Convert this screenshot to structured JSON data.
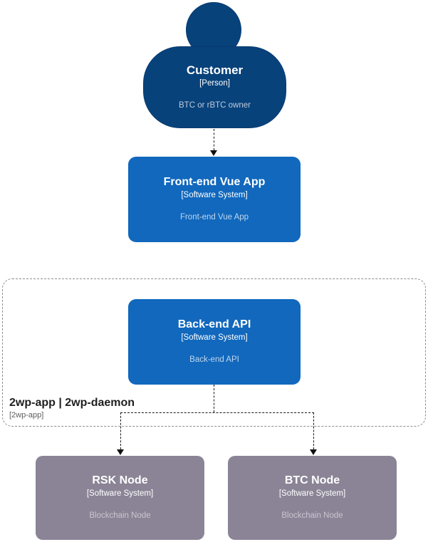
{
  "colors": {
    "background": "#FFFFFF",
    "person_fill": "#08427B",
    "software_system_fill": "#1168BD",
    "blockchain_node_fill": "#8B8496",
    "boundary_border": "#8C8C8C",
    "edge_color": "#1A1A1A"
  },
  "nodes": {
    "customer": {
      "title": "Customer",
      "meta": "[Person]",
      "description": "BTC or rBTC owner"
    },
    "frontend": {
      "title": "Front-end Vue App",
      "meta": "[Software System]",
      "description": "Front-end Vue App"
    },
    "backend": {
      "title": "Back-end API",
      "meta": "[Software System]",
      "description": "Back-end API"
    },
    "rsk_node": {
      "title": "RSK Node",
      "meta": "[Software System]",
      "description": "Blockchain Node"
    },
    "btc_node": {
      "title": "BTC Node",
      "meta": "[Software System]",
      "description": "Blockchain Node"
    }
  },
  "boundary": {
    "title": "2wp-app | 2wp-daemon",
    "meta": "[2wp-app]"
  },
  "edges": [
    {
      "from": "customer",
      "to": "frontend",
      "style": "dashed-arrow"
    },
    {
      "from": "backend",
      "to": "rsk_node",
      "style": "dashed-arrow"
    },
    {
      "from": "backend",
      "to": "btc_node",
      "style": "dashed-arrow"
    }
  ]
}
